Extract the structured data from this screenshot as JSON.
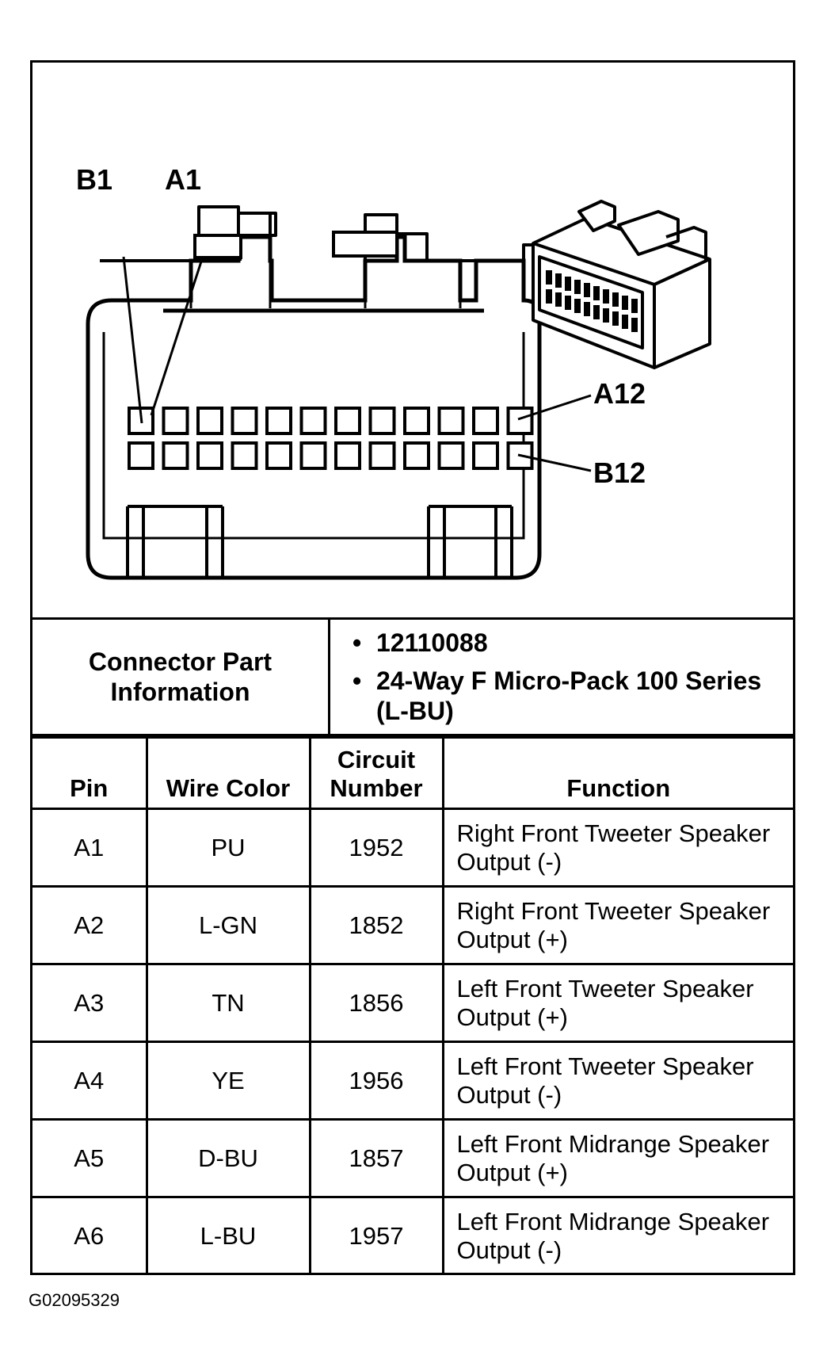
{
  "diagram": {
    "labels": {
      "b1": "B1",
      "a1": "A1",
      "a12": "A12",
      "b12": "B12"
    }
  },
  "connector_info": {
    "header": "Connector Part Information",
    "items": [
      "12110088",
      "24-Way F Micro-Pack 100 Series (L-BU)"
    ]
  },
  "table": {
    "columns": [
      "Pin",
      "Wire Color",
      "Circuit Number",
      "Function"
    ],
    "rows": [
      {
        "pin": "A1",
        "color": "PU",
        "circuit": "1952",
        "function": "Right Front Tweeter Speaker Output (-)"
      },
      {
        "pin": "A2",
        "color": "L-GN",
        "circuit": "1852",
        "function": "Right Front Tweeter Speaker Output (+)"
      },
      {
        "pin": "A3",
        "color": "TN",
        "circuit": "1856",
        "function": "Left Front Tweeter Speaker Output (+)"
      },
      {
        "pin": "A4",
        "color": "YE",
        "circuit": "1956",
        "function": "Left Front Tweeter Speaker Output (-)"
      },
      {
        "pin": "A5",
        "color": "D-BU",
        "circuit": "1857",
        "function": "Left Front Midrange Speaker Output (+)"
      },
      {
        "pin": "A6",
        "color": "L-BU",
        "circuit": "1957",
        "function": "Left Front Midrange Speaker Output (-)"
      }
    ]
  },
  "footer": {
    "code": "G02095329"
  }
}
